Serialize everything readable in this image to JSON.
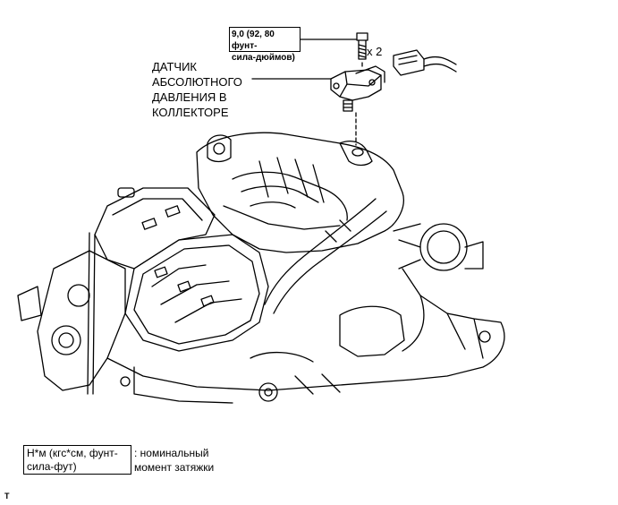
{
  "torque_spec": {
    "line1": "9,0 (92, 80 фунт-",
    "line2": "сила-дюймов)"
  },
  "quantity": "x 2",
  "sensor_label": {
    "line1": "ДАТЧИК",
    "line2": "АБСОЛЮТНОГО",
    "line3": "ДАВЛЕНИЯ В",
    "line4": "КОЛЛЕКТОРЕ"
  },
  "legend": {
    "unit_line1": "Н*м (кгс*см, фунт-",
    "unit_line2": "сила-фут)",
    "desc_line1": ": номинальный",
    "desc_line2": "момент затяжки"
  },
  "corner_mark": "T"
}
